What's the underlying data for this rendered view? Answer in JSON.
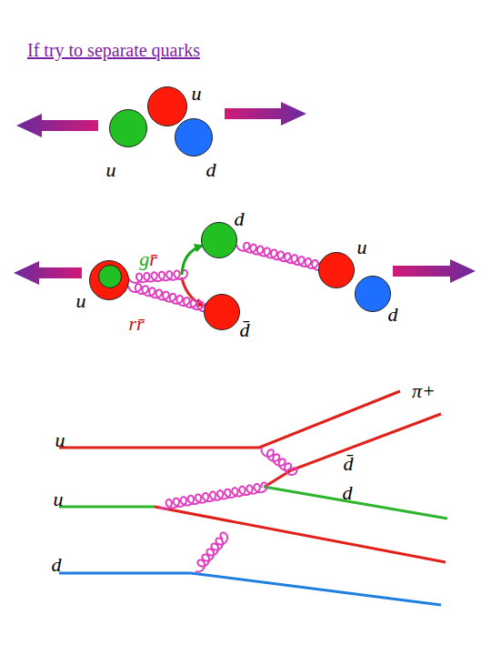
{
  "diagram": {
    "title": "If try to separate quarks",
    "nodes": [
      {
        "text": [
          "u"
        ]
      },
      {
        "text": [
          "u"
        ]
      },
      {
        "text": [
          "d"
        ]
      },
      {
        "text": [
          "u"
        ]
      },
      {
        "text": [
          "d"
        ]
      },
      {
        "text": [
          "d̄"
        ]
      },
      {
        "text": [
          "u"
        ]
      },
      {
        "text": [
          "d"
        ]
      }
    ],
    "edges": [
      {
        "from": 3,
        "to": 4,
        "label": "gr̄",
        "arrow": "to"
      },
      {
        "from": 3,
        "to": 5,
        "label": "rr̄",
        "arrow": "none"
      },
      {
        "from": 4,
        "to": 6,
        "arrow": "none"
      }
    ],
    "labels": [
      "u",
      "u",
      "d",
      "π+",
      "d̄",
      "d"
    ]
  }
}
